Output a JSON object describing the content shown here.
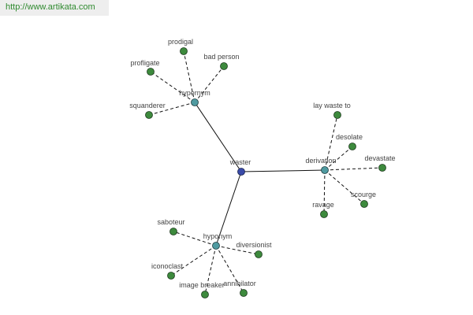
{
  "source_url": "http://www.artikata.com",
  "graph": {
    "root": {
      "id": "waster",
      "label": "waster"
    },
    "hubs": [
      {
        "id": "hypernym",
        "label": "hypernym"
      },
      {
        "id": "derivation",
        "label": "derivation"
      },
      {
        "id": "hyponym",
        "label": "hyponym"
      }
    ],
    "leaves": [
      {
        "id": "prodigal",
        "label": "prodigal",
        "hub": "hypernym"
      },
      {
        "id": "bad-person",
        "label": "bad person",
        "hub": "hypernym"
      },
      {
        "id": "profligate",
        "label": "profligate",
        "hub": "hypernym"
      },
      {
        "id": "squanderer",
        "label": "squanderer",
        "hub": "hypernym"
      },
      {
        "id": "lay-waste-to",
        "label": "lay waste to",
        "hub": "derivation"
      },
      {
        "id": "desolate",
        "label": "desolate",
        "hub": "derivation"
      },
      {
        "id": "devastate",
        "label": "devastate",
        "hub": "derivation"
      },
      {
        "id": "scourge",
        "label": "scourge",
        "hub": "derivation"
      },
      {
        "id": "ravage",
        "label": "ravage",
        "hub": "derivation"
      },
      {
        "id": "saboteur",
        "label": "saboteur",
        "hub": "hyponym"
      },
      {
        "id": "diversionist",
        "label": "diversionist",
        "hub": "hyponym"
      },
      {
        "id": "iconoclast",
        "label": "iconoclast",
        "hub": "hyponym"
      },
      {
        "id": "image-breaker",
        "label": "image breaker",
        "hub": "hyponym"
      },
      {
        "id": "annihilator",
        "label": "annihilator",
        "hub": "hyponym"
      }
    ]
  }
}
